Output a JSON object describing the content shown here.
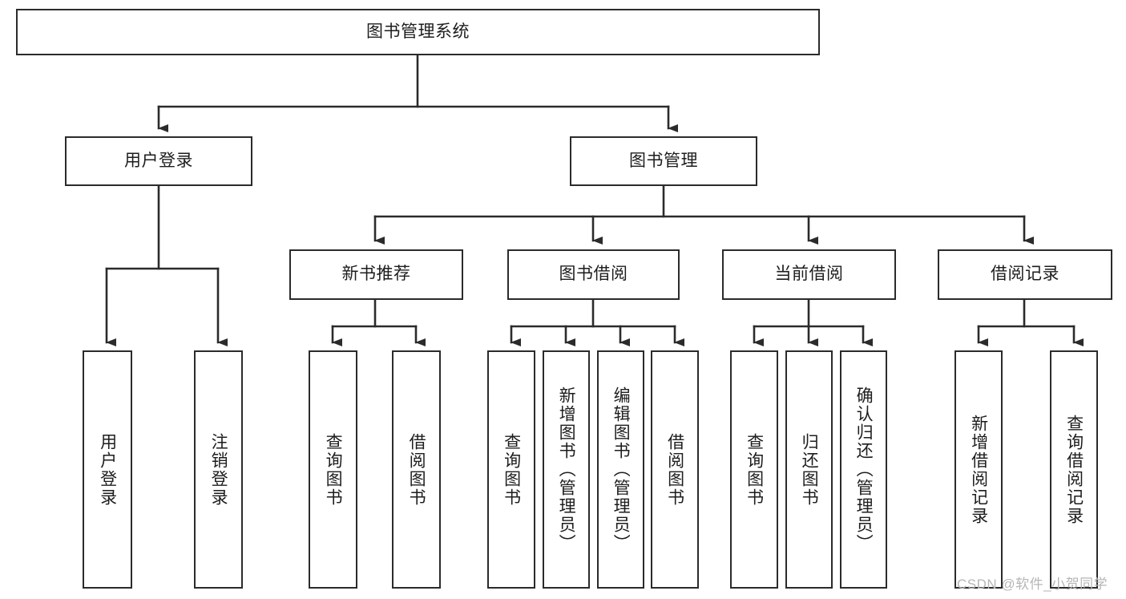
{
  "diagram": {
    "type": "tree-hierarchy-functional-decomposition",
    "title": "图书管理系统",
    "watermark": "CSDN @软件_小贺同学",
    "colors": {
      "stroke": "#2b2b2b",
      "fill": "#ffffff",
      "text": "#1d1d1d",
      "watermark": "#b6b6b6"
    },
    "levels": {
      "root": {
        "label": "图书管理系统"
      },
      "level2": [
        {
          "id": "user-login",
          "label": "用户登录"
        },
        {
          "id": "book-management",
          "label": "图书管理"
        }
      ],
      "level3": [
        {
          "id": "new-book-recommend",
          "label": "新书推荐",
          "parent": "book-management"
        },
        {
          "id": "book-borrow",
          "label": "图书借阅",
          "parent": "book-management"
        },
        {
          "id": "current-borrow",
          "label": "当前借阅",
          "parent": "book-management"
        },
        {
          "id": "borrow-record",
          "label": "借阅记录",
          "parent": "book-management"
        }
      ],
      "leaves": [
        {
          "id": "leaf-user-login",
          "label": "用户登录",
          "parent": "user-login"
        },
        {
          "id": "leaf-user-logout",
          "label": "注销登录",
          "parent": "user-login"
        },
        {
          "id": "leaf-query-book-1",
          "label": "查询图书",
          "parent": "new-book-recommend"
        },
        {
          "id": "leaf-borrow-book-1",
          "label": "借阅图书",
          "parent": "new-book-recommend"
        },
        {
          "id": "leaf-query-book-2",
          "label": "查询图书",
          "parent": "book-borrow"
        },
        {
          "id": "leaf-add-book",
          "label": "新增图书（管理员）",
          "parent": "book-borrow"
        },
        {
          "id": "leaf-edit-book",
          "label": "编辑图书（管理员）",
          "parent": "book-borrow"
        },
        {
          "id": "leaf-borrow-book-2",
          "label": "借阅图书",
          "parent": "book-borrow"
        },
        {
          "id": "leaf-query-book-3",
          "label": "查询图书",
          "parent": "current-borrow"
        },
        {
          "id": "leaf-return-book",
          "label": "归还图书",
          "parent": "current-borrow"
        },
        {
          "id": "leaf-confirm-return",
          "label": "确认归还（管理员）",
          "parent": "current-borrow"
        },
        {
          "id": "leaf-add-record",
          "label": "新增借阅记录",
          "parent": "borrow-record"
        },
        {
          "id": "leaf-query-record",
          "label": "查询借阅记录",
          "parent": "borrow-record"
        }
      ]
    }
  }
}
